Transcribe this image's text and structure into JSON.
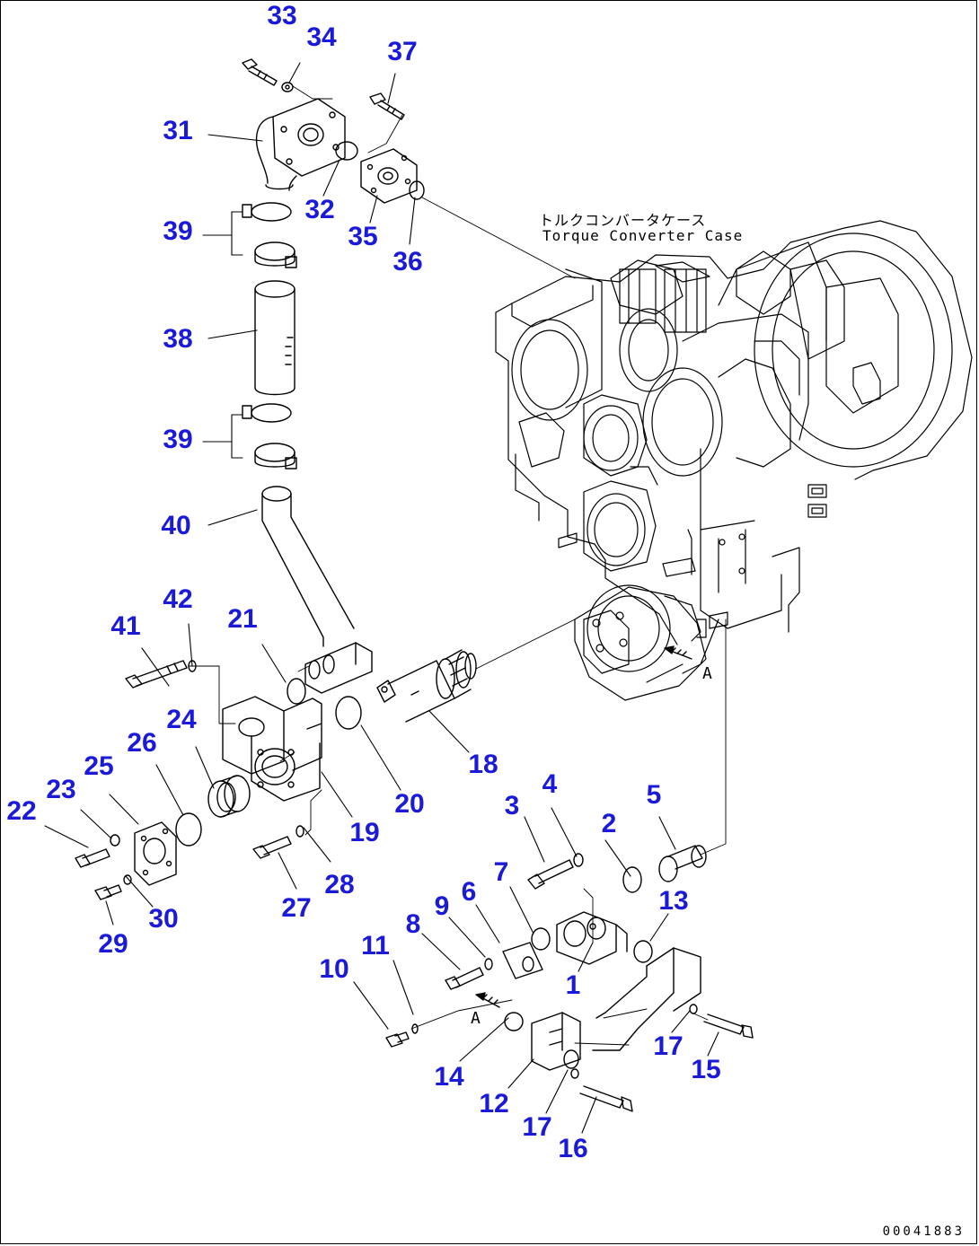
{
  "case_label": {
    "japanese": "トルクコンバータケース",
    "english": "Torque Converter Case"
  },
  "document_number": "00041883",
  "arrow_marks": [
    "A",
    "A"
  ],
  "callouts": [
    {
      "id": "33",
      "label": "33"
    },
    {
      "id": "34",
      "label": "34"
    },
    {
      "id": "37",
      "label": "37"
    },
    {
      "id": "31",
      "label": "31"
    },
    {
      "id": "32",
      "label": "32"
    },
    {
      "id": "35",
      "label": "35"
    },
    {
      "id": "36",
      "label": "36"
    },
    {
      "id": "39a",
      "label": "39"
    },
    {
      "id": "38",
      "label": "38"
    },
    {
      "id": "39b",
      "label": "39"
    },
    {
      "id": "40",
      "label": "40"
    },
    {
      "id": "42",
      "label": "42"
    },
    {
      "id": "41",
      "label": "41"
    },
    {
      "id": "21",
      "label": "21"
    },
    {
      "id": "24",
      "label": "24"
    },
    {
      "id": "26",
      "label": "26"
    },
    {
      "id": "25",
      "label": "25"
    },
    {
      "id": "23",
      "label": "23"
    },
    {
      "id": "22",
      "label": "22"
    },
    {
      "id": "18",
      "label": "18"
    },
    {
      "id": "20",
      "label": "20"
    },
    {
      "id": "19",
      "label": "19"
    },
    {
      "id": "28",
      "label": "28"
    },
    {
      "id": "27",
      "label": "27"
    },
    {
      "id": "30",
      "label": "30"
    },
    {
      "id": "29",
      "label": "29"
    },
    {
      "id": "4",
      "label": "4"
    },
    {
      "id": "5",
      "label": "5"
    },
    {
      "id": "3",
      "label": "3"
    },
    {
      "id": "2",
      "label": "2"
    },
    {
      "id": "7",
      "label": "7"
    },
    {
      "id": "13",
      "label": "13"
    },
    {
      "id": "6",
      "label": "6"
    },
    {
      "id": "9",
      "label": "9"
    },
    {
      "id": "8",
      "label": "8"
    },
    {
      "id": "11",
      "label": "11"
    },
    {
      "id": "10",
      "label": "10"
    },
    {
      "id": "1",
      "label": "1"
    },
    {
      "id": "17a",
      "label": "17"
    },
    {
      "id": "15",
      "label": "15"
    },
    {
      "id": "14",
      "label": "14"
    },
    {
      "id": "12",
      "label": "12"
    },
    {
      "id": "17b",
      "label": "17"
    },
    {
      "id": "16",
      "label": "16"
    }
  ]
}
